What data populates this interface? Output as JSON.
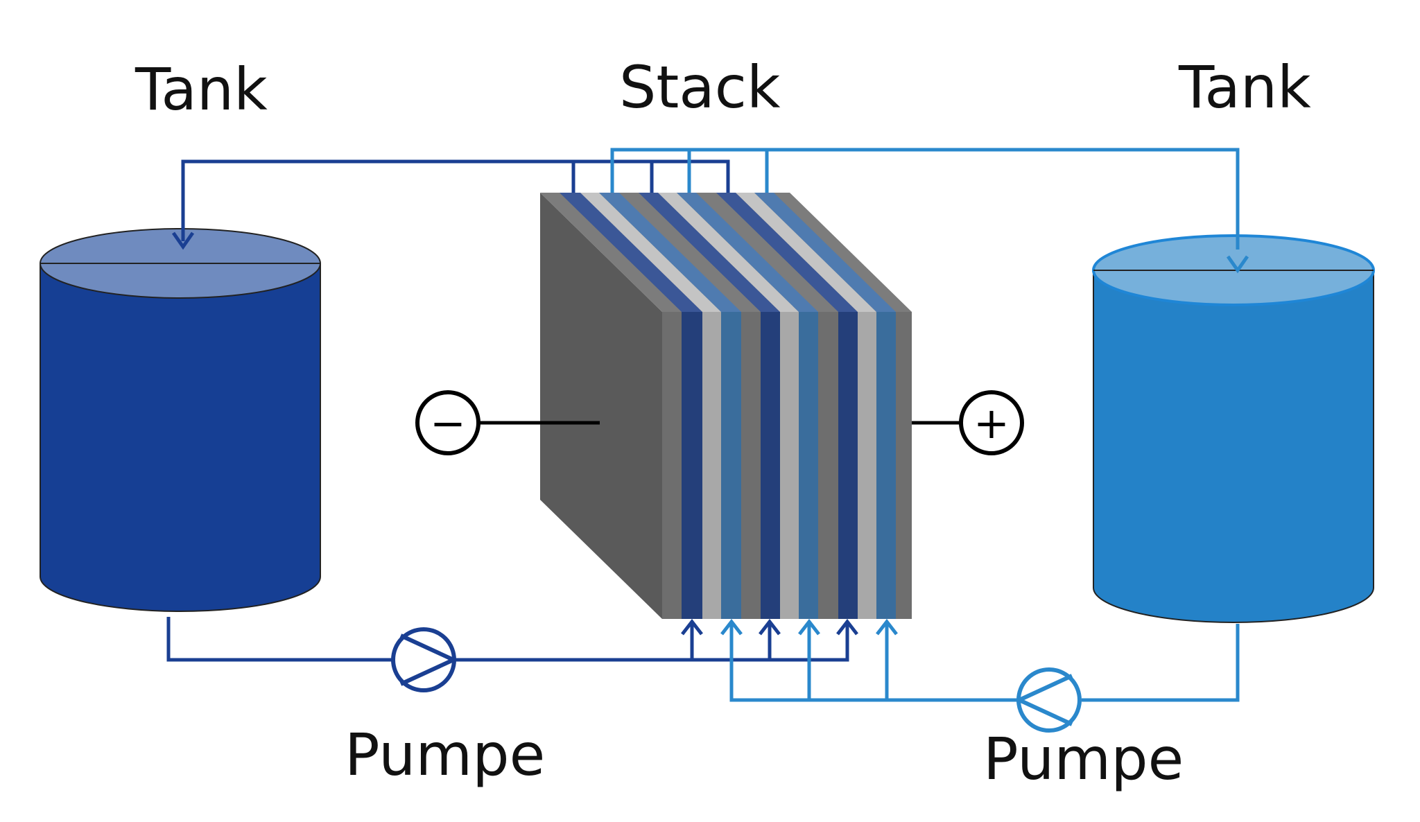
{
  "labels": {
    "tank_left": "Tank",
    "stack": "Stack",
    "tank_right": "Tank",
    "pump_left": "Pumpe",
    "pump_right": "Pumpe",
    "minus": "−",
    "plus": "+"
  },
  "colors": {
    "dark_electrolyte": "#163f94",
    "dark_pipe": "#1a3f92",
    "dark_lid": "#6f8bbf",
    "light_electrolyte": "#2482c8",
    "light_pipe": "#2a88cc",
    "light_lid": "#76b0db",
    "stack_body": "#5a5a5a",
    "stack_front_grey": "#6e6e6e",
    "stack_light_grey": "#a8a8a8"
  }
}
